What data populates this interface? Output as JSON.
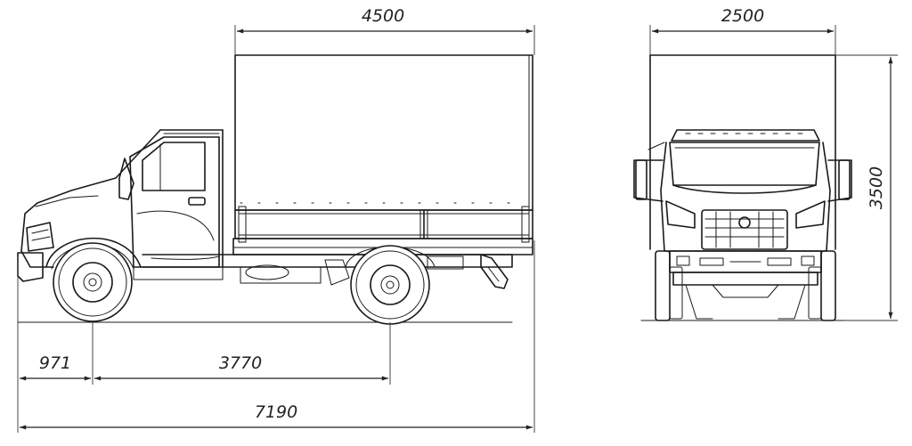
{
  "dimensions": {
    "cargo_length": "4500",
    "width": "2500",
    "height": "3500",
    "front_overhang": "971",
    "wheelbase": "3770",
    "overall_length": "7190"
  }
}
